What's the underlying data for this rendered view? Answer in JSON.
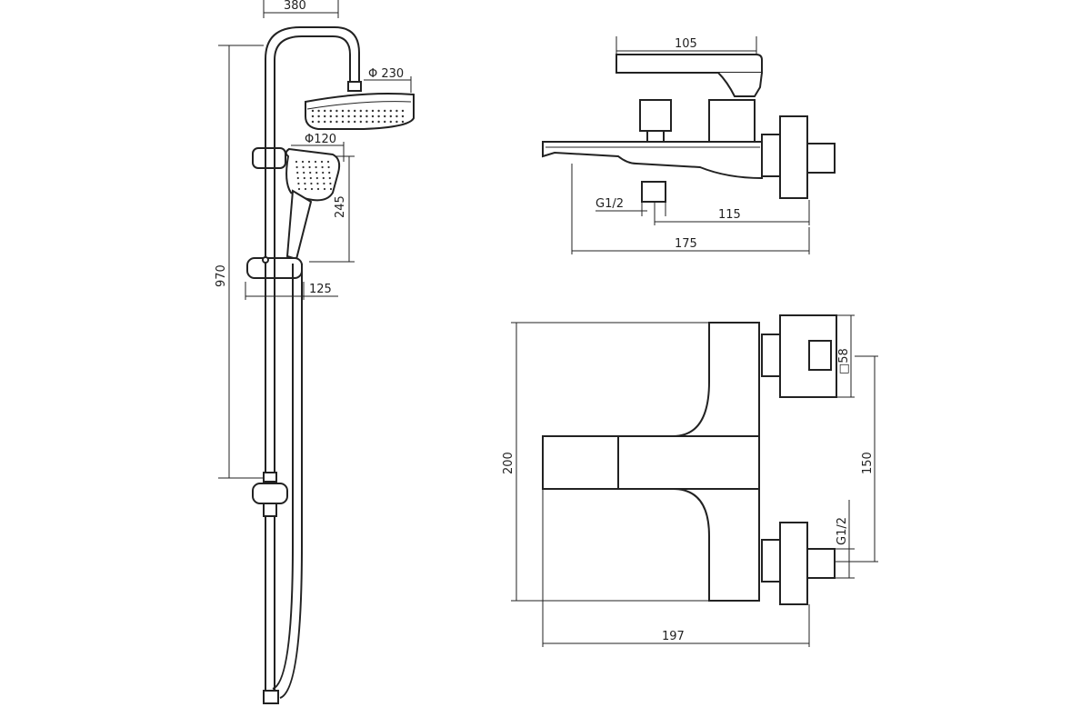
{
  "shower_column": {
    "dims": {
      "head_reach": "380",
      "overhead_diameter": "Φ 230",
      "hand_shower_diameter": "Φ120",
      "hand_shower_length": "245",
      "column_height": "970",
      "holder_projection": "125"
    }
  },
  "mixer_side_view": {
    "dims": {
      "lever_length": "105",
      "outlet_thread": "G1/2",
      "outlet_offset": "115",
      "total_length": "175"
    }
  },
  "mixer_top_view": {
    "dims": {
      "body_height": "200",
      "connection_square": "□58",
      "center_distance": "150",
      "inlet_thread": "G1/2",
      "total_width": "197"
    }
  }
}
